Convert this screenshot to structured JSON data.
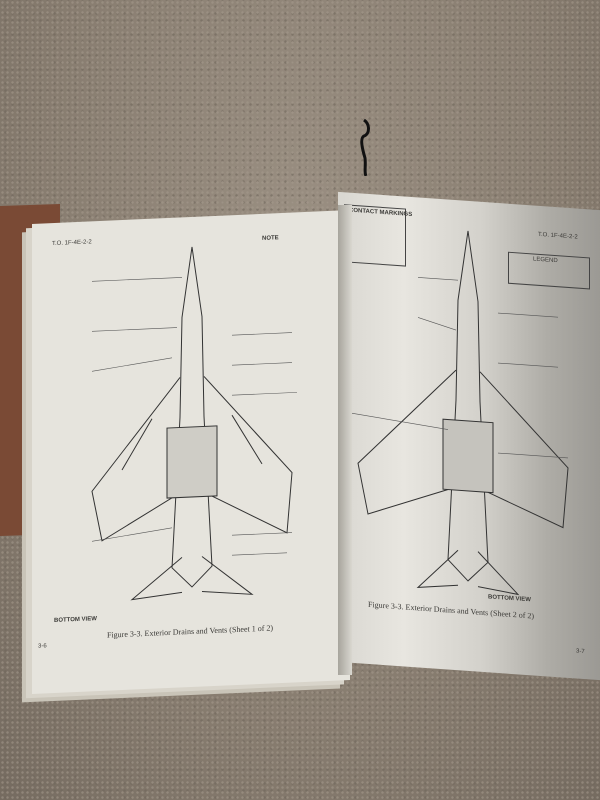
{
  "left_page": {
    "header": "T.O. 1F-4E-2-2",
    "view_label": "BOTTOM VIEW",
    "caption": "Figure 3-3.  Exterior Drains and Vents (Sheet 1 of 2)",
    "page_number": "3-6",
    "note_label": "NOTE"
  },
  "right_page": {
    "header": "T.O. 1F-4E-2-2",
    "box_title": "CONTACT MARKINGS",
    "legend_title": "LEGEND",
    "view_label": "BOTTOM VIEW",
    "caption": "Figure 3-3.  Exterior Drains and Vents (Sheet 2 of 2)",
    "page_number": "3-7"
  }
}
